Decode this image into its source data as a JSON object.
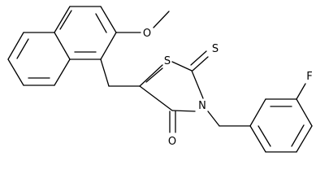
{
  "molecule": {
    "atoms": {
      "o_methoxy": "O",
      "s_ring": "S",
      "s_thione": "S",
      "n_ring": "N",
      "o_carbonyl": "O",
      "f_sub": "F"
    }
  }
}
